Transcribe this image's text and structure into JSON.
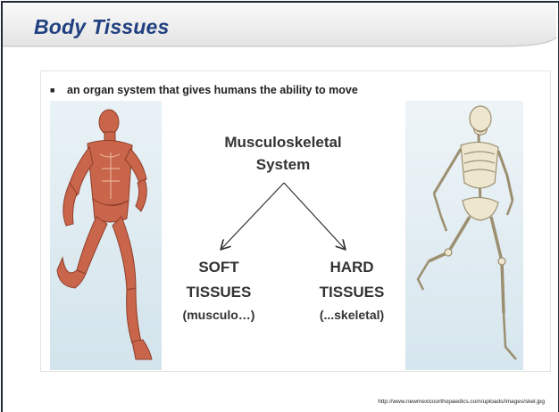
{
  "slide": {
    "title": "Body Tissues",
    "bullet": "an organ system that gives humans the ability to move",
    "diagram": {
      "root_line1": "Musculoskeletal",
      "root_line2": "System",
      "left_line1": "SOFT",
      "left_line2": "TISSUES",
      "left_sub": "(musculo…)",
      "right_line1": "HARD",
      "right_line2": "TISSUES",
      "right_sub": "(...skeletal)"
    },
    "images": {
      "left": "muscular-runner-figure",
      "right": "skeleton-runner-figure"
    },
    "source_url": "http://www.newmexicoorthopaedics.com/uploads/images/skel.jpg"
  }
}
